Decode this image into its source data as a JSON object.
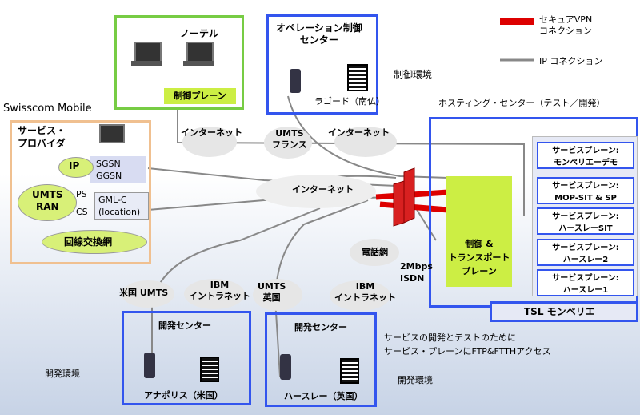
{
  "legend": {
    "vpn_label": "セキュアVPN\nコネクション",
    "ip_label": "IP コネクション",
    "vpn_color": "#dd0000",
    "ip_color": "#888888"
  },
  "nortel": {
    "title": "ノーテル",
    "control_plane": "制御プレーン"
  },
  "ops_center": {
    "title": "オペレーション制御\nセンター",
    "device_label": "ラゴード（南仏）"
  },
  "control_env": "制御環境",
  "swisscom": {
    "title": "Swisscom Mobile",
    "provider": "サービス・\nプロバイダ",
    "ip": "IP",
    "sgsn": "SGSN\nGGSN",
    "umts_ran": "UMTS\nRAN",
    "ps": "PS",
    "cs": "CS",
    "gmlc": "GML-C\n(location)",
    "circuit": "回線交換網"
  },
  "clouds": {
    "internet1": "インターネット",
    "umts_fr": "UMTS\nフランス",
    "internet2": "インターネット",
    "internet_main": "インターネット",
    "phone": "電話網",
    "us_umts": "米国 UMTS",
    "ibm1": "IBM\nイントラネット",
    "umts_uk": "UMTS\n英国",
    "ibm2": "IBM\nイントラネット"
  },
  "hosting": {
    "title": "ホスティング・センター（テスト／開発）",
    "control_transport": "制御 &\nトランスポート\nプレーン",
    "isdn": "2Mbps\nISDN",
    "tsl": "TSL  モンペリエ",
    "service_planes": [
      "サービスプレーン:\nモンペリエーデモ",
      "サービスプレーン:\nMOP-SIT & SP",
      "サービスプレーン:\nハースレーSIT",
      "サービスプレーン:\nハースレー2",
      "サービスプレーン:\nハースレー1"
    ]
  },
  "dev_us": {
    "title": "開発センター",
    "location": "アナポリス（米国）"
  },
  "dev_uk": {
    "title": "開発センター",
    "location": "ハースレー（英国）"
  },
  "dev_env_left": "開発環境",
  "dev_env_right": "開発環境",
  "note": "サービスの開発とテストのために\nサービス・プレーンにFTP&FTTHアクセス"
}
